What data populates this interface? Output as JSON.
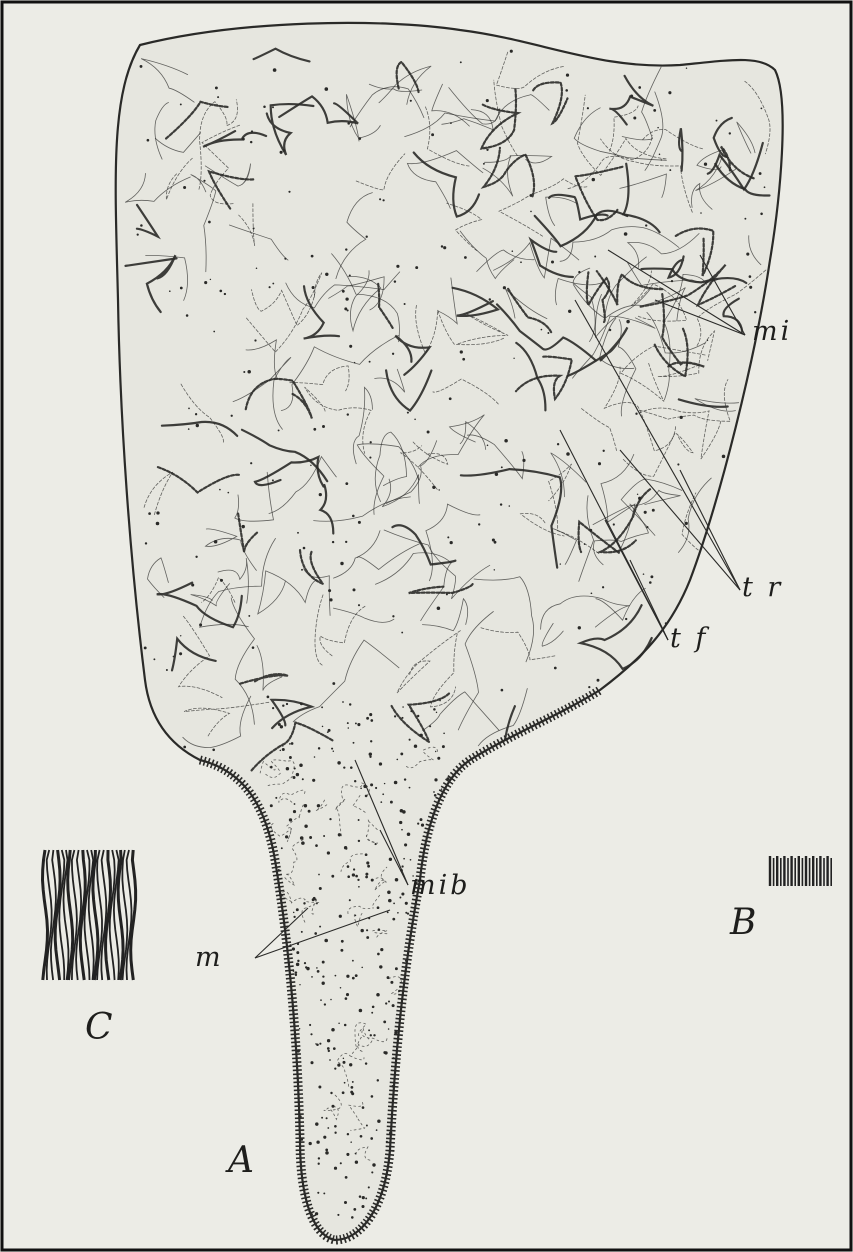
{
  "figure": {
    "labels": {
      "mi": "mi",
      "tr": "t r",
      "tf": "t f",
      "mib": "mib",
      "m": "m",
      "A": "A",
      "B": "B",
      "C": "C"
    }
  },
  "colors": {
    "ink": "#2a2a28",
    "paper": "#ecece6",
    "border": "#111111"
  }
}
